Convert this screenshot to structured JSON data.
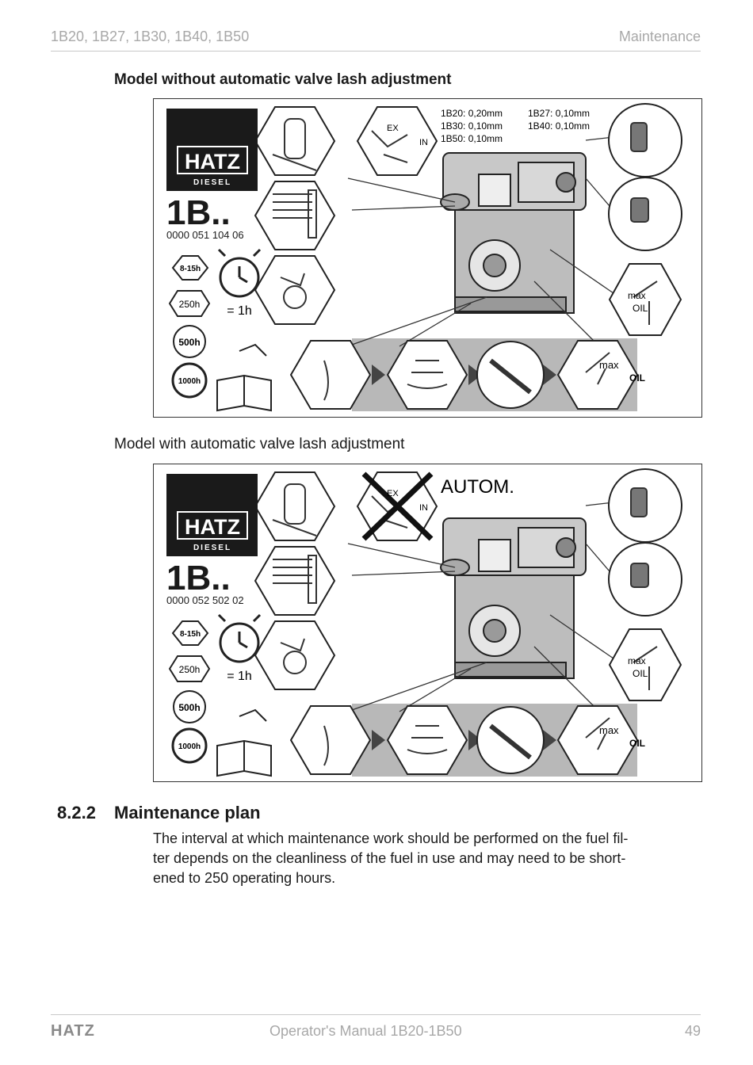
{
  "header": {
    "left": "1B20, 1B27, 1B30, 1B40, 1B50",
    "right": "Maintenance"
  },
  "figure1": {
    "caption": "Model without automatic valve lash adjustment",
    "brand": "HATZ",
    "brand_sub": "DIESEL",
    "model": "1B..",
    "part_no": "0000 051 104 06",
    "intervals": [
      "8-15h",
      "250h",
      "500h",
      "1000h"
    ],
    "duration": "= 1h",
    "valve_label_ex": "EX",
    "valve_label_in": "IN",
    "clearances": [
      "1B20: 0,20mm",
      "1B27: 0,10mm",
      "1B30: 0,10mm",
      "1B40: 0,10mm",
      "1B50: 0,10mm"
    ],
    "oil_max": "max",
    "oil_label": "OIL"
  },
  "figure2": {
    "caption": "Model with automatic valve lash adjustment",
    "brand": "HATZ",
    "brand_sub": "DIESEL",
    "model": "1B..",
    "part_no": "0000 052 502 02",
    "intervals": [
      "8-15h",
      "250h",
      "500h",
      "1000h"
    ],
    "duration": "= 1h",
    "valve_label_ex": "EX",
    "valve_label_in": "IN",
    "autom": "AUTOM.",
    "oil_max": "max",
    "oil_label": "OIL"
  },
  "section": {
    "number": "8.2.2",
    "title": "Maintenance plan",
    "body_lines": [
      "The interval at which maintenance work should be performed on the fuel fil-",
      "ter depends on the cleanliness of the fuel in use and may need to be short-",
      "ened to 250 operating hours."
    ]
  },
  "footer": {
    "logo": "HATZ",
    "center": "Operator's Manual 1B20-1B50",
    "page": "49"
  },
  "colors": {
    "accent_gray": "#a8a8a8",
    "band_gray": "#b8b8b8",
    "ink": "#1a1a1a"
  }
}
